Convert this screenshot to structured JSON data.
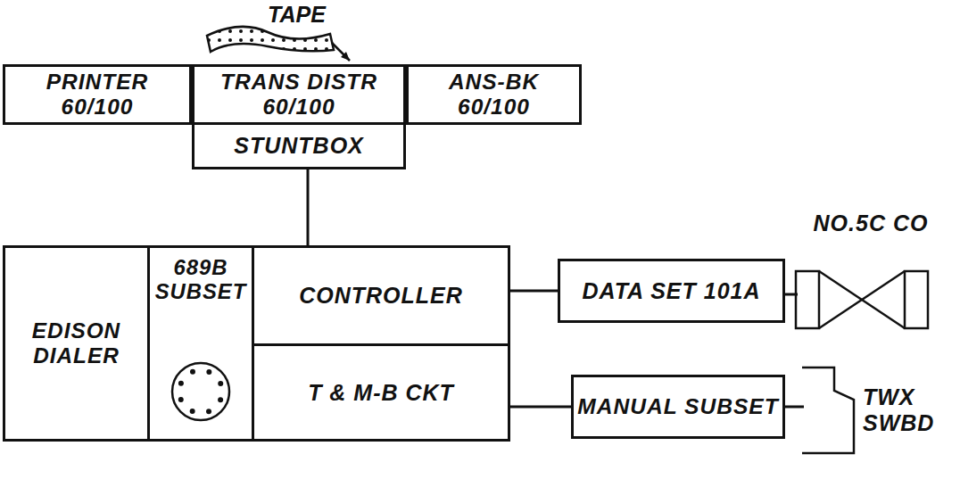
{
  "diagram": {
    "nodes": [
      {
        "text": [
          "PRINTER 60/100"
        ]
      },
      {
        "text": [
          "TRANS DISTR 60/100"
        ]
      },
      {
        "text": [
          "ANS-BK 60/100"
        ]
      },
      {
        "text": [
          "STUNTBOX"
        ]
      },
      {
        "text": [
          "EDISON DIALER"
        ]
      },
      {
        "text": [
          "689B SUBSET"
        ]
      },
      {
        "text": [
          "CONTROLLER"
        ]
      },
      {
        "text": [
          "T & M-B CKT"
        ]
      },
      {
        "text": [
          "DATA SET 101A"
        ]
      },
      {
        "text": [
          "MANUAL SUBSET"
        ]
      },
      {
        "text": [
          "NO.5C CO"
        ]
      },
      {
        "text": [
          "TWX SWBD"
        ]
      }
    ],
    "edges": [
      {
        "from": 3,
        "to": 6,
        "arrow": "none"
      },
      {
        "from": 6,
        "to": 8,
        "arrow": "none"
      },
      {
        "from": 8,
        "to": 10,
        "arrow": "none"
      },
      {
        "from": 7,
        "to": 9,
        "arrow": "none"
      },
      {
        "from": 9,
        "to": 11,
        "arrow": "none"
      }
    ],
    "labels": [
      "TAPE"
    ]
  }
}
